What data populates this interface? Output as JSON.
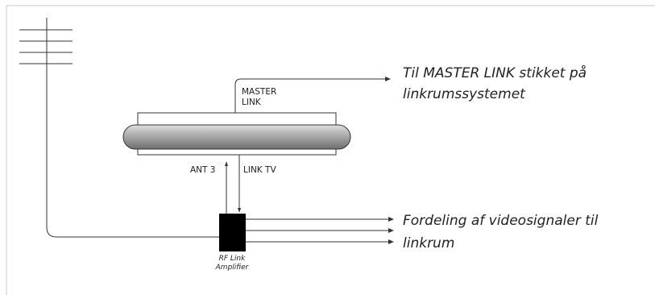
{
  "labels": {
    "master_link_line1": "MASTER",
    "master_link_line2": "LINK",
    "ant3": "ANT 3",
    "link_tv": "LINK TV",
    "rf_line1": "RF Link",
    "rf_line2": "Amplifier",
    "top_note_line1": "Til MASTER LINK stikket på",
    "top_note_line2": "linkrumssystemet",
    "bottom_note_line1": "Fordeling af videosignaler til",
    "bottom_note_line2": "linkrum"
  },
  "colors": {
    "line": "#333333",
    "device_fill": "#9a9a9a",
    "amplifier_fill": "#000000",
    "frame": "#c8c8c8"
  }
}
